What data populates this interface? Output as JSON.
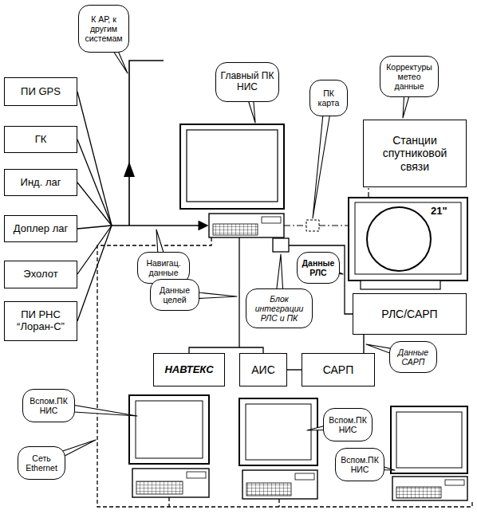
{
  "diagram": {
    "nodes": [
      {
        "text": [
          "К АР, к другим системам"
        ]
      },
      {
        "text": [
          "Корректуры метео данные"
        ]
      },
      {
        "text": [
          "Главный ПК НИС"
        ]
      },
      {
        "text": [
          "ПК карта"
        ]
      },
      {
        "text": [
          "ПИ GPS"
        ]
      },
      {
        "text": [
          "Станции спутниковой связи"
        ]
      },
      {
        "text": [
          "ГК"
        ]
      },
      {
        "text": [
          "Инд. лаг"
        ]
      },
      {
        "text": [
          "Доплер лаг"
        ]
      },
      {
        "text": [
          "Навигац. данные"
        ]
      },
      {
        "text": [
          "Данные РЛС"
        ]
      },
      {
        "text": [
          "Эхолот"
        ]
      },
      {
        "text": [
          "Данные целей"
        ]
      },
      {
        "text": [
          "Блок интеграции РЛС и ПК"
        ]
      },
      {
        "text": [
          "РЛС/САРП"
        ]
      },
      {
        "text": [
          "ПИ РНС “Лоран-С”"
        ]
      },
      {
        "text": [
          "НАВТЕКС"
        ]
      },
      {
        "text": [
          "АИС"
        ]
      },
      {
        "text": [
          "САРП"
        ]
      },
      {
        "text": [
          "Данные САРП"
        ]
      },
      {
        "text": [
          "Вспом.ПК НИС"
        ]
      },
      {
        "text": [
          "Вспом.ПК НИС"
        ]
      },
      {
        "text": [
          "Сеть Ethernet"
        ]
      },
      {
        "text": [
          "Вспом.ПК НИС"
        ]
      }
    ],
    "edges": [
      {
        "from": 17,
        "to": 18,
        "arrow": "none"
      },
      {
        "from": 18,
        "to": 14,
        "arrow": "none"
      }
    ],
    "labels": [
      "21\""
    ]
  }
}
